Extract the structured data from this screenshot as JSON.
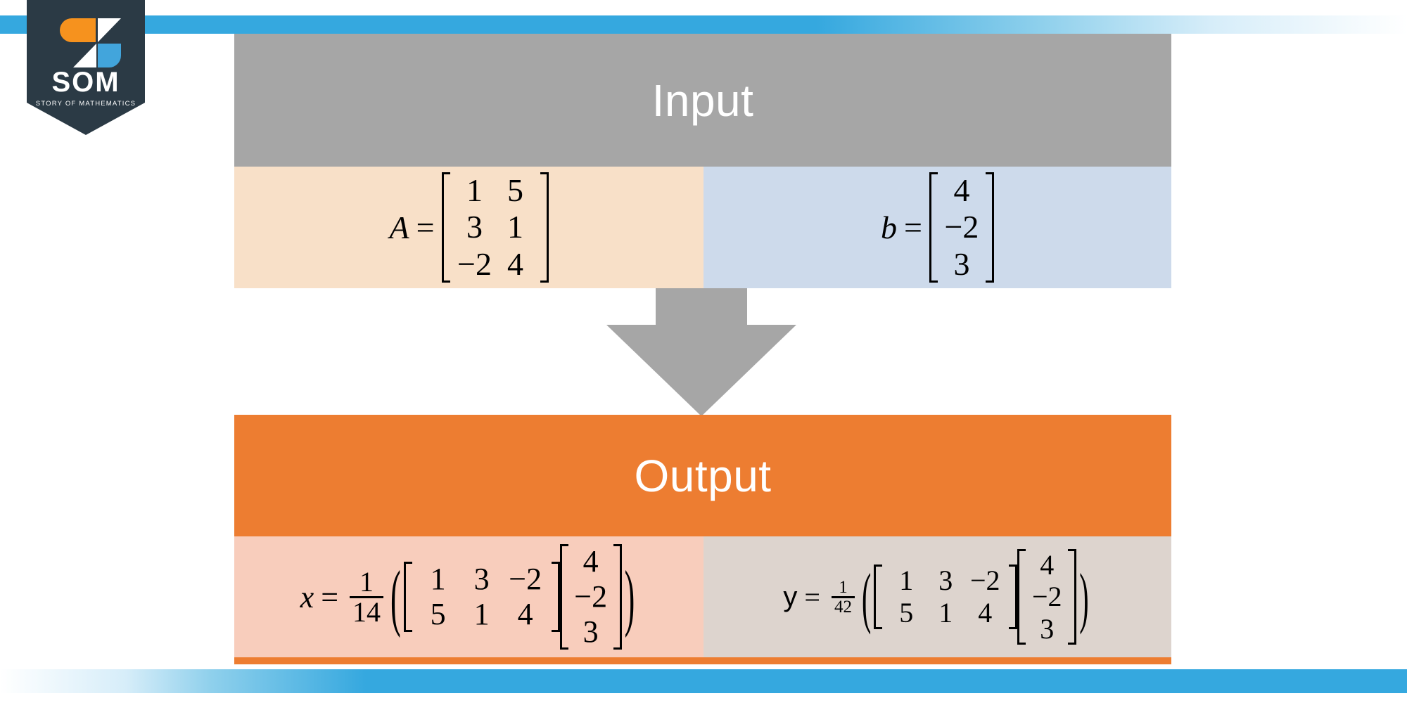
{
  "branding": {
    "badge_name": "som-shield-badge",
    "wordmark": "SOM",
    "tagline": "STORY OF MATHEMATICS",
    "colors": {
      "badge_bg": "#2B3A45",
      "badge_orange": "#F6921E",
      "badge_blue": "#42A5DC",
      "badge_white": "#FFFFFF"
    }
  },
  "ribbons": {
    "top_color": "#35A8DF",
    "bottom_color": "#35A8DF"
  },
  "input": {
    "title": "Input",
    "header_color": "#A6A6A6",
    "panels": [
      {
        "id": "matrix-a",
        "bg": "#F8E0C8",
        "label": "A",
        "equals": "=",
        "rows": [
          [
            "1",
            "5"
          ],
          [
            "3",
            "1"
          ],
          [
            "−2",
            "4"
          ]
        ]
      },
      {
        "id": "vector-b",
        "bg": "#CDDAEB",
        "label": "b",
        "equals": "=",
        "rows": [
          [
            "4"
          ],
          [
            "−2"
          ],
          [
            "3"
          ]
        ]
      }
    ]
  },
  "arrow": {
    "name": "down-arrow",
    "color": "#A6A6A6"
  },
  "output": {
    "title": "Output",
    "header_color": "#ED7D31",
    "underline_color": "#ED7D31",
    "panels": [
      {
        "id": "solution-x",
        "bg": "#F8CDBC",
        "label": "x",
        "equals": "=",
        "fraction": {
          "numerator": "1",
          "denominator": "14"
        },
        "open_paren": "(",
        "close_paren": ")",
        "matrix_rows": [
          [
            "1",
            "3",
            "−2"
          ],
          [
            "5",
            "1",
            "4"
          ]
        ],
        "vector_rows": [
          [
            "4"
          ],
          [
            "−2"
          ],
          [
            "3"
          ]
        ]
      },
      {
        "id": "solution-y",
        "bg": "#DDD4CE",
        "label": "y",
        "equals": "=",
        "fraction": {
          "numerator": "1",
          "denominator": "42"
        },
        "open_paren": "(",
        "close_paren": ")",
        "matrix_rows": [
          [
            "1",
            "3",
            "−2"
          ],
          [
            "5",
            "1",
            "4"
          ]
        ],
        "vector_rows": [
          [
            "4"
          ],
          [
            "−2"
          ],
          [
            "3"
          ]
        ]
      }
    ]
  }
}
